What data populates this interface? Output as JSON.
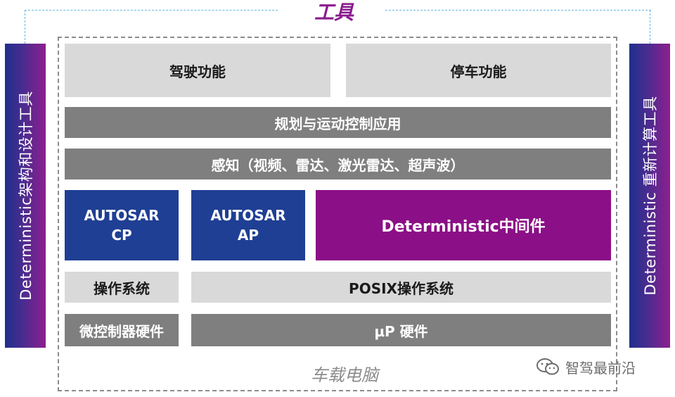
{
  "header": {
    "tools_title": "工具"
  },
  "side": {
    "left_label": "Deterministic架构和设计工具",
    "right_label": "Deterministic 重新计算工具"
  },
  "frame": {
    "label": "车载电脑"
  },
  "layers": {
    "driving": "驾驶功能",
    "parking": "停车功能",
    "planning": "规划与运动控制应用",
    "perception": "感知（视频、雷达、激光雷达、超声波）",
    "autosar_cp": "AUTOSAR\nCP",
    "autosar_ap": "AUTOSAR\nAP",
    "middleware": "Deterministic中间件",
    "os": "操作系统",
    "posix_os": "POSIX操作系统",
    "mcu_hw": "微控制器硬件",
    "up_hw": "µP 硬件"
  },
  "watermark": {
    "text": "智驾最前沿",
    "icon": "wechat-icon"
  },
  "colors": {
    "accent_purple": "#8b0f86",
    "autosar_blue": "#1f3f94",
    "light_gray": "#d9d9d9",
    "dark_gray": "#7f7f7f",
    "dashed_blue": "#5fb7e4"
  }
}
